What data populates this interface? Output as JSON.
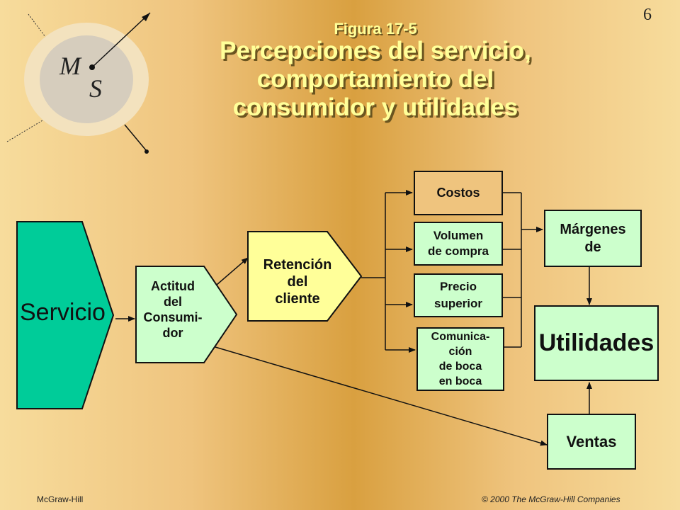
{
  "page_number": "6",
  "logo": {
    "letter1": "M",
    "letter2": "S"
  },
  "title": {
    "figure": "Figura 17-5",
    "main": "Percepciones del servicio,\ncomportamiento del\nconsumidor y utilidades"
  },
  "nodes": {
    "servicio": "Servicio",
    "actitud": "Actitud\ndel\nConsumi-\ndor",
    "retencion": "Retención\ndel\ncliente",
    "costos": "Costos",
    "volumen": "Volumen\nde compra",
    "precio": "Precio\nsuperior",
    "comunicacion": "Comunica-\nción\nde boca\nen boca",
    "margenes": "Márgenes\nde",
    "utilidades": "Utilidades",
    "ventas": "Ventas"
  },
  "footer": {
    "publisher": "McGraw-Hill",
    "copyright": "© 2000 The McGraw-Hill Companies"
  },
  "colors": {
    "servicio": "#00cc99",
    "pale_green": "#ccffcc",
    "retencion": "#ffff99",
    "tan_box": "#efc47e",
    "title_text": "#ffff99"
  }
}
